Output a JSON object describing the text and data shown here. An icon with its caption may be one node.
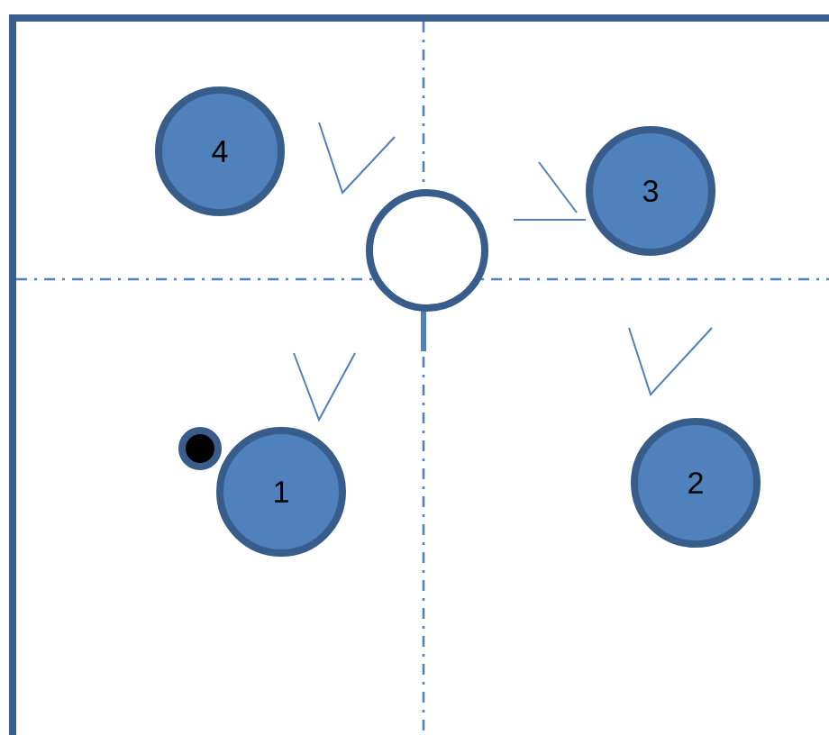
{
  "diagram": {
    "nodes": [
      {
        "text": [
          "4"
        ]
      },
      {
        "text": [
          "3"
        ]
      },
      {
        "text": [],
        "shape": "circle"
      },
      {
        "text": [],
        "shape": "circle"
      },
      {
        "text": [
          "1"
        ]
      },
      {
        "text": [
          "2"
        ]
      }
    ]
  }
}
